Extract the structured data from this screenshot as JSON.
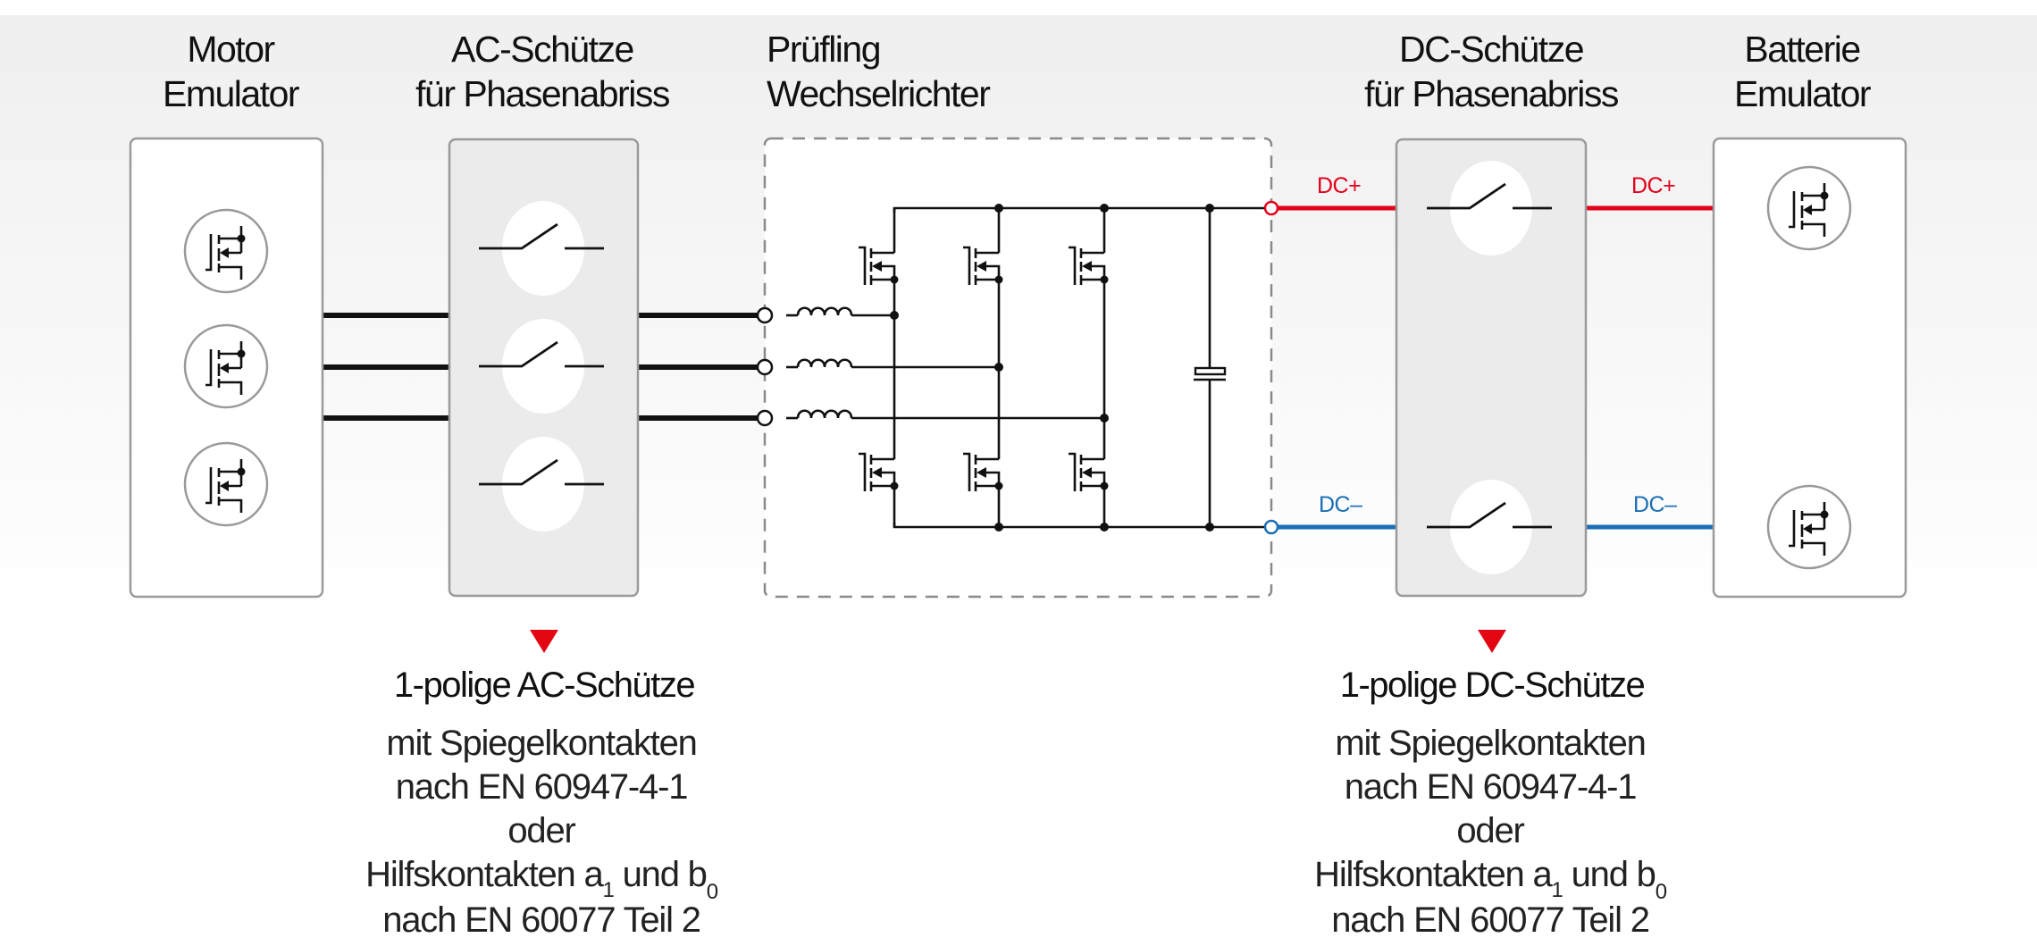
{
  "colors": {
    "accent_red": "#e30613",
    "dc_plus": "#e2001a",
    "dc_minus": "#1a6fb5",
    "box_border": "#9a9a9a",
    "contactor_fill": "#ebebeb",
    "emulator_fill": "#ffffff",
    "line": "#111111"
  },
  "blocks": [
    {
      "id": "motor-emulator",
      "title_lines": [
        "Motor",
        "Emulator"
      ],
      "kind": "emulator",
      "icons": [
        "mosfet-icon",
        "mosfet-icon",
        "mosfet-icon"
      ]
    },
    {
      "id": "ac-contactors",
      "title_lines": [
        "AC-Schütze",
        "für Phasenabriss"
      ],
      "kind": "contactor",
      "icons": [
        "switch-icon",
        "switch-icon",
        "switch-icon"
      ]
    },
    {
      "id": "dut-inverter",
      "title_lines": [
        "Prüfling",
        "Wechselrichter"
      ],
      "kind": "dut"
    },
    {
      "id": "dc-contactors",
      "title_lines": [
        "DC-Schütze",
        "für Phasenabriss"
      ],
      "kind": "contactor",
      "icons": [
        "switch-icon",
        "switch-icon"
      ]
    },
    {
      "id": "battery-emulator",
      "title_lines": [
        "Batterie",
        "Emulator"
      ],
      "kind": "emulator",
      "icons": [
        "mosfet-icon",
        "mosfet-icon"
      ]
    }
  ],
  "wire_labels": {
    "dc_plus": "DC+",
    "dc_minus": "DC–"
  },
  "notes": [
    {
      "id": "ac-note",
      "title": "1-polige AC-Schütze",
      "lines": [
        "mit Spiegelkontakten",
        "nach EN 60947-4-1",
        "oder"
      ],
      "aux_line": {
        "prefix": "Hilfskontakten a",
        "sub1": "1",
        "middle": " und b",
        "sub2": "0"
      },
      "last_line": "nach EN 60077 Teil 2"
    },
    {
      "id": "dc-note",
      "title": "1-polige DC-Schütze",
      "lines": [
        "mit Spiegelkontakten",
        "nach EN 60947-4-1",
        "oder"
      ],
      "aux_line": {
        "prefix": "Hilfskontakten a",
        "sub1": "1",
        "middle": " und b",
        "sub2": "0"
      },
      "last_line": "nach EN 60077 Teil 2"
    }
  ]
}
